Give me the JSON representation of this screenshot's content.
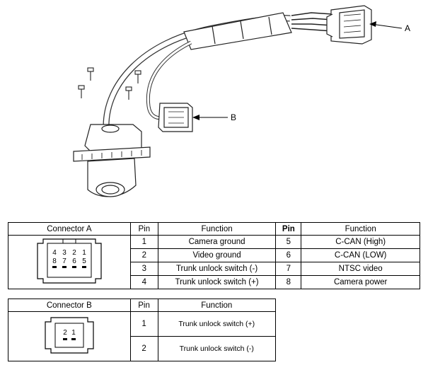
{
  "labels": {
    "a": "A",
    "b": "B"
  },
  "tableA": {
    "header": {
      "connector": "Connector A",
      "pin": "Pin",
      "function": "Function",
      "pin2": "Pin",
      "function2": "Function"
    },
    "pin_numbers_top": [
      "4",
      "3",
      "2",
      "1"
    ],
    "pin_numbers_bottom": [
      "8",
      "7",
      "6",
      "5"
    ],
    "rows": [
      {
        "pin": "1",
        "function": "Camera ground",
        "pin2": "5",
        "function2": "C-CAN (High)"
      },
      {
        "pin": "2",
        "function": "Video ground",
        "pin2": "6",
        "function2": "C-CAN (LOW)"
      },
      {
        "pin": "3",
        "function": "Trunk unlock switch (-)",
        "pin2": "7",
        "function2": "NTSC video"
      },
      {
        "pin": "4",
        "function": "Trunk unlock switch (+)",
        "pin2": "8",
        "function2": "Camera power"
      }
    ]
  },
  "tableB": {
    "header": {
      "connector": "Connector B",
      "pin": "Pin",
      "function": "Function"
    },
    "pin_numbers": [
      "2",
      "1"
    ],
    "rows": [
      {
        "pin": "1",
        "function": "Trunk unlock switch (+)"
      },
      {
        "pin": "2",
        "function": "Trunk unlock switch (-)"
      }
    ]
  }
}
